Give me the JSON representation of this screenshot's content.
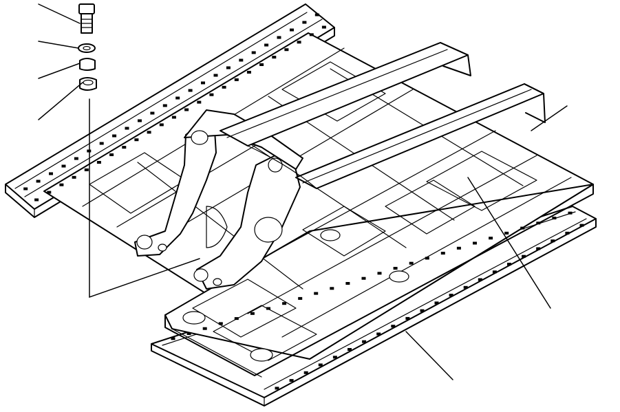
{
  "diagram": {
    "kind": "exploded-assembly-line-drawing",
    "callout_labels": [
      "",
      "",
      "",
      "",
      "",
      "",
      ""
    ],
    "parts": [
      {
        "name": "bolt",
        "icon": "bolt-icon"
      },
      {
        "name": "washer",
        "icon": "washer-icon"
      },
      {
        "name": "cap",
        "icon": "cap-icon"
      },
      {
        "name": "shim",
        "icon": "shim-icon"
      },
      {
        "name": "frame",
        "icon": "frame-icon"
      }
    ],
    "line_color": "#000000",
    "background": "#ffffff"
  }
}
